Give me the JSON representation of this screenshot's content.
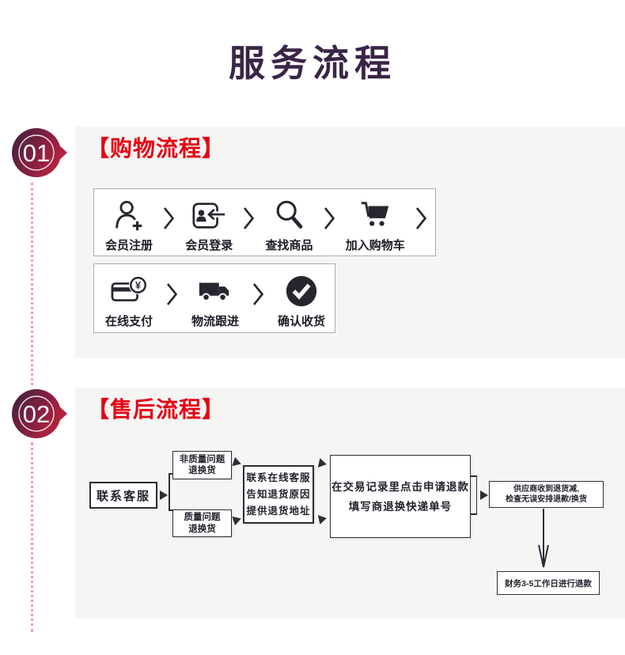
{
  "page": {
    "title": "服务流程"
  },
  "colors": {
    "title": "#3a2547",
    "accent_red": "#e60012",
    "badge_gradient_start": "#44203e",
    "badge_gradient_end": "#c5243c",
    "icon_dark": "#26262f",
    "panel_bg": "#f5f5f4",
    "dotted_connector": "#f2a09e"
  },
  "icons": {
    "yen_symbol": "¥"
  },
  "sections": [
    {
      "badge": "01",
      "heading": "【购物流程】",
      "rows": [
        {
          "items": [
            {
              "icon": "user-plus-icon",
              "label": "会员注册"
            },
            {
              "icon": "login-card-icon",
              "label": "会员登录"
            },
            {
              "icon": "search-icon",
              "label": "查找商品"
            },
            {
              "icon": "cart-icon",
              "label": "加入购物车"
            }
          ]
        },
        {
          "items": [
            {
              "icon": "payment-card-icon",
              "label": "在线支付"
            },
            {
              "icon": "truck-icon",
              "label": "物流跟进"
            },
            {
              "icon": "check-circle-icon",
              "label": "确认收货"
            }
          ]
        }
      ]
    },
    {
      "badge": "02",
      "heading": "【售后流程】",
      "flow": {
        "contact": "联系客服",
        "branch_top": [
          "非质量问题",
          "退换货"
        ],
        "branch_bottom": [
          "质量问题",
          "退换货"
        ],
        "online": [
          "联系在线客服",
          "告知退货原因",
          "提供退货地址"
        ],
        "apply": [
          "在交易记录里点击申请退款",
          "填写商退换快递单号"
        ],
        "supplier": [
          "供应商收到退货减,",
          "检查无误安排退款/换货"
        ],
        "finance": "财务3-5工作日进行退款"
      }
    }
  ]
}
